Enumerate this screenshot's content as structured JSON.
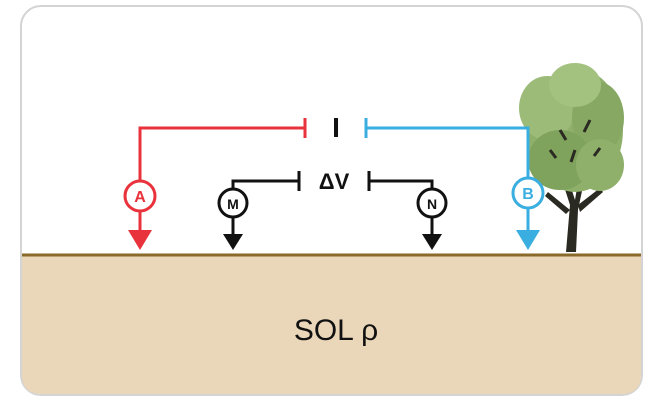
{
  "labels": {
    "current": "I",
    "voltage": "ΔV",
    "electrode_a": "A",
    "electrode_b": "B",
    "electrode_m": "M",
    "electrode_n": "N",
    "soil": "SOL ρ"
  },
  "colors": {
    "current_a": "#e8323c",
    "current_b": "#3aaee0",
    "potential": "#111111",
    "soil": "#ead6b9",
    "ground_line": "#8a6a2a",
    "frame_border": "#d0d0d0",
    "tree_foliage": "#8fb06a",
    "tree_trunk": "#2a2a22"
  },
  "icons": {
    "tree": "tree-icon",
    "electrode_arrow": "arrow-down-icon"
  }
}
